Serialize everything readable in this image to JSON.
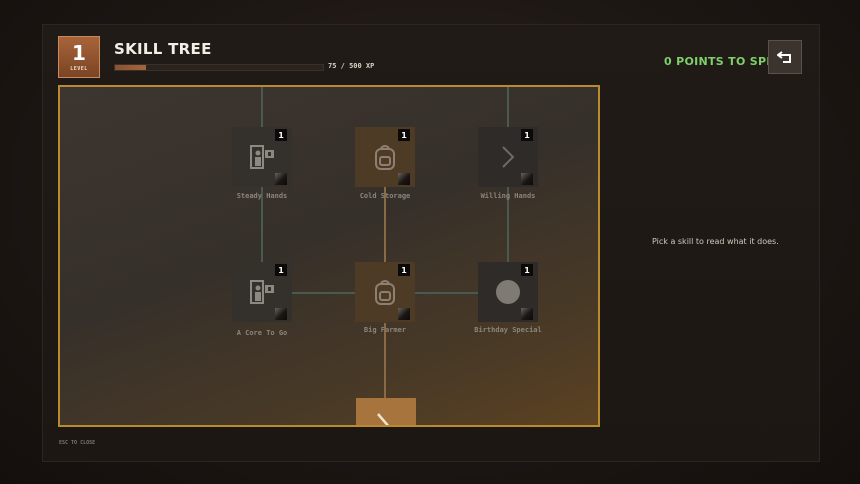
{
  "header": {
    "level": "1",
    "level_label": "LEVEL",
    "title": "SKILL TREE",
    "xp_text": "75 / 500 XP",
    "xp_progress": 0.15,
    "points_text": "0 POINTS TO SPEND"
  },
  "nodes": [
    {
      "label": "Steady Hands",
      "rank": "1",
      "icon": "cooler-figure-icon"
    },
    {
      "label": "Cold Storage",
      "rank": "1",
      "icon": "backpack-icon"
    },
    {
      "label": "Willing Hands",
      "rank": "1",
      "icon": "chevron-right-icon"
    },
    {
      "label": "A Core To Go",
      "rank": "1",
      "icon": "cooler-figure-icon"
    },
    {
      "label": "Big Farmer",
      "rank": "1",
      "icon": "backpack-icon"
    },
    {
      "label": "Birthday Special",
      "rank": "1",
      "icon": "circle-icon"
    }
  ],
  "side_hint": "Pick a skill to read what it does.",
  "footer": {
    "esc_hint": "ESC TO CLOSE"
  },
  "colors": {
    "accent_gold": "#b98a2e",
    "points_green": "#7ed06a",
    "level_badge": "#a8643a"
  }
}
